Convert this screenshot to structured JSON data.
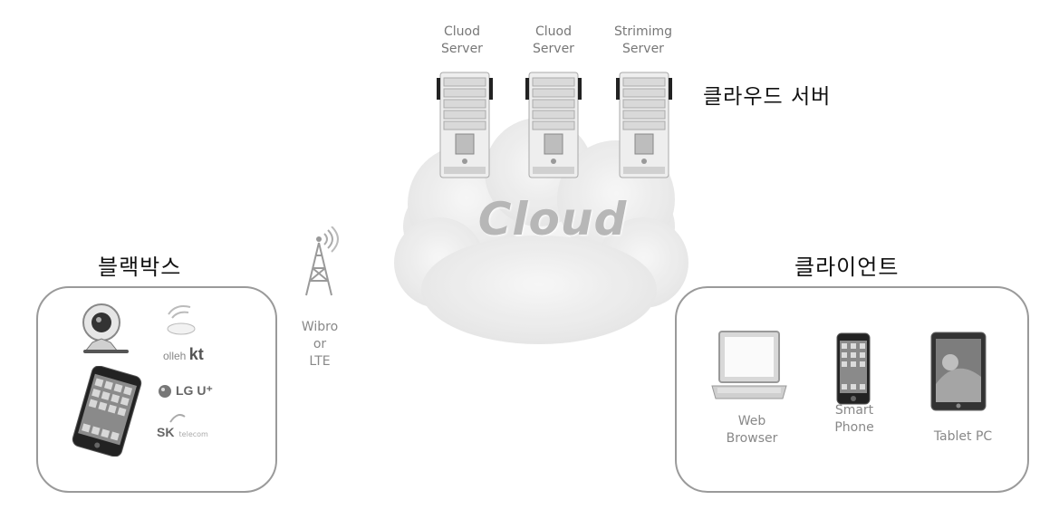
{
  "cloud": {
    "label": "Cloud"
  },
  "servers": [
    {
      "line1": "Cluod",
      "line2": "Server"
    },
    {
      "line1": "Cluod",
      "line2": "Server"
    },
    {
      "line1": "Strimimg",
      "line2": "Server"
    }
  ],
  "cloud_server_title": "클라우드 서버",
  "blackbox": {
    "title": "블랙박스",
    "carriers": {
      "kt_prefix": "olleh",
      "kt_suffix": "kt",
      "lg": "LG U⁺",
      "sk": "SK",
      "sk_small": "telecom"
    }
  },
  "network": {
    "line1": "Wibro",
    "line2": "or",
    "line3": "LTE"
  },
  "client": {
    "title": "클라이언트",
    "devices": [
      {
        "line1": "Web",
        "line2": "Browser",
        "icon": "laptop-icon"
      },
      {
        "line1": "Smart",
        "line2": "Phone",
        "icon": "smartphone-icon"
      },
      {
        "line1": "Tablet PC",
        "line2": "",
        "icon": "tablet-icon"
      }
    ]
  },
  "colors": {
    "cloud": "#ececec",
    "box_border": "#9a9a9a",
    "cloud_text": "#b7b7b7"
  }
}
